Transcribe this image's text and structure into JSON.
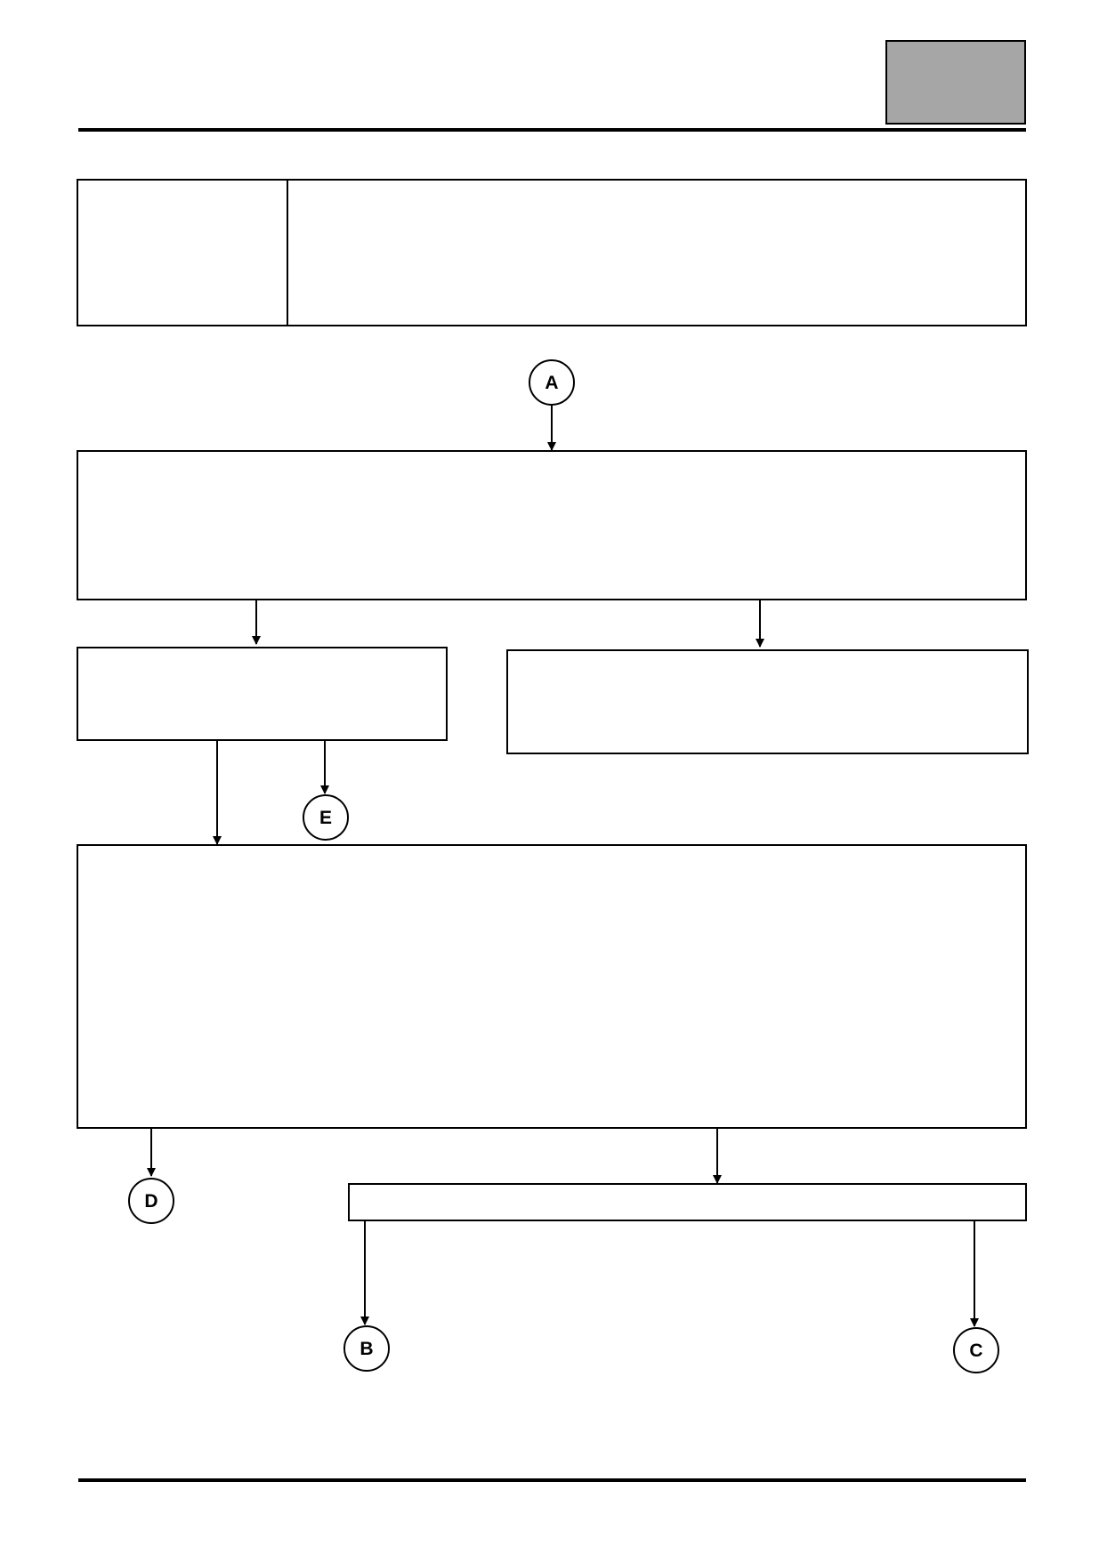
{
  "page": {
    "header_tab_color": "#a6a6a6",
    "line_color": "#000000"
  },
  "header_table": {
    "label_cell": "",
    "content_cell": ""
  },
  "flowchart": {
    "boxes": {
      "step_1": "",
      "step_2_left": "",
      "step_2_right": "",
      "step_3": "",
      "step_4": ""
    },
    "connectors": {
      "a": "A",
      "b": "B",
      "c": "C",
      "d": "D",
      "e": "E"
    }
  }
}
